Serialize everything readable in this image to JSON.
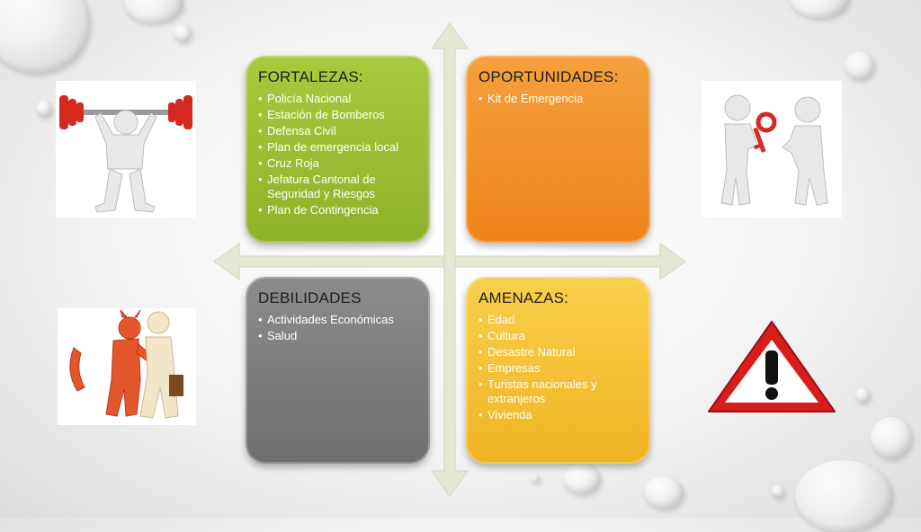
{
  "quadrants": {
    "fortalezas": {
      "title": "FORTALEZAS:",
      "items": [
        "Policía Nacional",
        "Estación de Bomberos",
        "Defensa Civil",
        "Plan de emergencia local",
        "Cruz Roja",
        "Jefatura Cantonal de Seguridad y Riesgos",
        "Plan de Contingencia"
      ]
    },
    "oportunidades": {
      "title": "OPORTUNIDADES:",
      "items": [
        "Kit de Emergencia"
      ]
    },
    "debilidades": {
      "title": "DEBILIDADES",
      "items": [
        "Actividades Económicas",
        "Salud"
      ]
    },
    "amenazas": {
      "title": "AMENAZAS:",
      "items": [
        "Edad",
        "Cultura",
        "Desastre Natural",
        "Empresas",
        "Turistas nacionales y extranjeros",
        "Vivienda"
      ]
    }
  },
  "colors": {
    "fortalezas": "#9bbb33",
    "oportunidades": "#f08c24",
    "debilidades": "#7d7d7d",
    "amenazas": "#f5c12f",
    "arrow": "#e3e8d4"
  },
  "illustrations": {
    "fortalezas": "weightlifter-figure",
    "oportunidades": "key-handover-figures",
    "debilidades": "devil-whispering-figure",
    "amenazas": "warning-sign-icon"
  }
}
